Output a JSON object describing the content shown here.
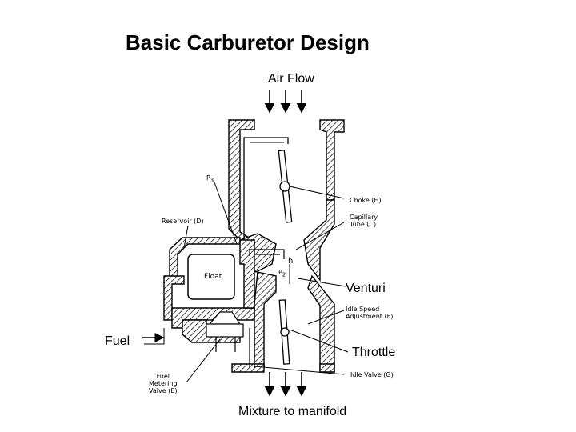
{
  "title": "Basic Carburetor Design",
  "labels": {
    "air_flow": "Air Flow",
    "venturi": "Venturi",
    "fuel": "Fuel",
    "throttle": "Throttle",
    "mixture": "Mixture to manifold",
    "p3": "P",
    "p3_sub": "3",
    "reservoir": "Reservoir (D)",
    "float": "Float",
    "choke": "Choke (H)",
    "capillary_1": "Capillary",
    "capillary_2": "Tube (C)",
    "h": "h",
    "p2": "P",
    "p2_sub": "2",
    "idle_speed_1": "Idle Speed",
    "idle_speed_2": "Adjustment (F)",
    "idle_valve": "Idle Valve (G)",
    "fuel_metering_1": "Fuel",
    "fuel_metering_2": "Metering",
    "fuel_metering_3": "Valve (E)"
  },
  "colors": {
    "line": "#000000",
    "background": "#ffffff"
  }
}
